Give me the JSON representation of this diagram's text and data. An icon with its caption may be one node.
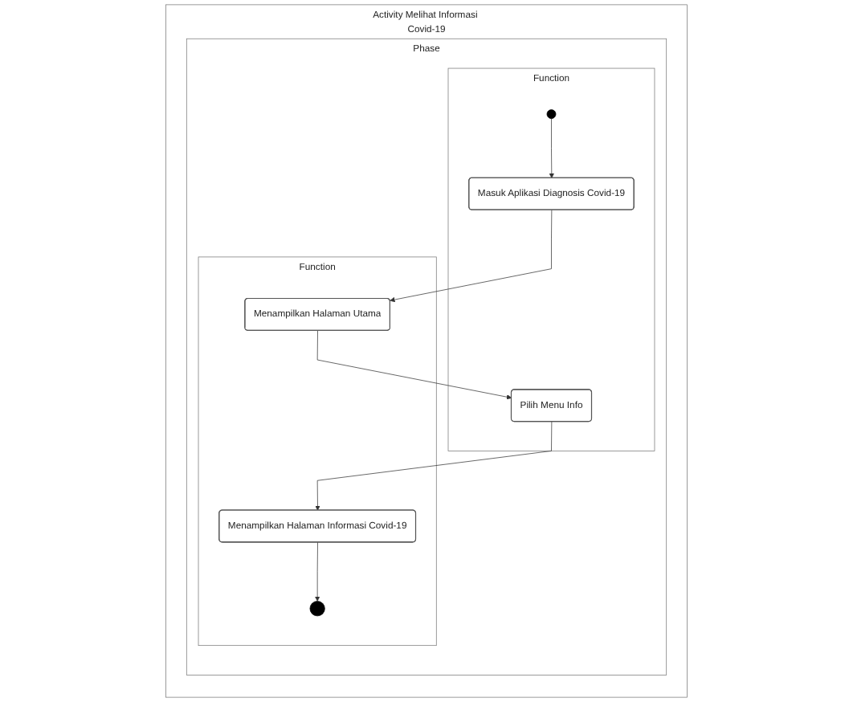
{
  "diagram": {
    "nodes": [
      {
        "text": [
          "Activity Melihat Informasi Covid-19"
        ]
      },
      {
        "text": [
          "Phase"
        ],
        "in": 0
      },
      {
        "text": [
          "Function"
        ],
        "in": 1
      },
      {
        "text": [
          "Function"
        ],
        "in": 1
      },
      {
        "text": [],
        "shape": "circle",
        "in": 2
      },
      {
        "text": [
          "Masuk Aplikasi Diagnosis Covid-19"
        ],
        "in": 2
      },
      {
        "text": [
          "Menampilkan Halaman Utama"
        ],
        "in": 3
      },
      {
        "text": [
          "Pilih Menu Info"
        ],
        "in": 2
      },
      {
        "text": [
          "Menampilkan Halaman Informasi Covid-19"
        ],
        "in": 3
      },
      {
        "text": [],
        "shape": "bullseye",
        "in": 3
      }
    ],
    "edges": [
      {
        "from": 4,
        "to": 5,
        "arrow": "to"
      },
      {
        "from": 5,
        "to": 6,
        "arrow": "to"
      },
      {
        "from": 6,
        "to": 7,
        "arrow": "to"
      },
      {
        "from": 7,
        "to": 8,
        "arrow": "to"
      },
      {
        "from": 8,
        "to": 9,
        "arrow": "to"
      }
    ]
  }
}
